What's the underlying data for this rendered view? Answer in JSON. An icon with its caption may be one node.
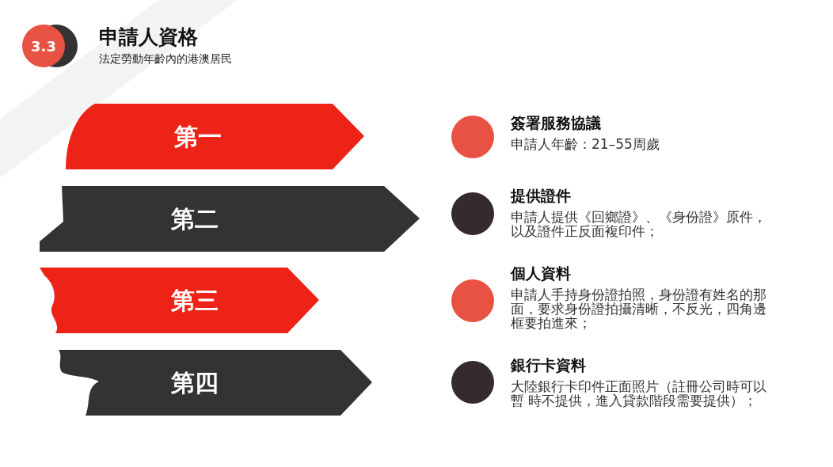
{
  "diagram": {
    "title": "申請人資格",
    "nodes": [
      {
        "text": [
          "3.3"
        ]
      },
      {
        "text": [
          "第一"
        ]
      },
      {
        "text": [],
        "shape": "circle",
        "beside": [
          "簽署服務協議",
          "申請人年齡：21–55周歲"
        ]
      },
      {
        "text": [
          "第二"
        ]
      },
      {
        "text": [],
        "shape": "circle",
        "beside": [
          "提供證件",
          "申請人提供《回鄉證》、《身份證》原件，以及證件正反面複印件；"
        ]
      },
      {
        "text": [
          "第三"
        ]
      },
      {
        "text": [],
        "shape": "circle",
        "beside": [
          "個人資料",
          "申請人手持身份證拍照，身份證有姓名的那面，要求身份證拍攝清晰，不反光，四角邊框要拍進來；"
        ]
      },
      {
        "text": [
          "第四"
        ]
      },
      {
        "text": [],
        "shape": "circle",
        "beside": [
          "銀行卡資料",
          "大陸銀行卡印件正面照片（註冊公司時可以暫 時不提供，進入貸款階段需要提供）；"
        ]
      }
    ],
    "edges": [],
    "labels": [
      "法定勞動年齡內的港澳居民"
    ]
  }
}
